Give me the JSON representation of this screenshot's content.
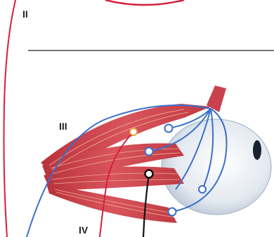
{
  "labels": {
    "top": "II",
    "middle": "III",
    "bottom": "IV"
  },
  "colors": {
    "nerve_red": "#d81e3c",
    "nerve_blue": "#3b6fc9",
    "nerve_black": "#111111",
    "muscle": "#c9424d",
    "muscle_highlight": "#f3c19a",
    "eyeball": "#dfe6ee",
    "iris": "#1a2230",
    "divider": "#222222",
    "background": "#ffffff"
  }
}
